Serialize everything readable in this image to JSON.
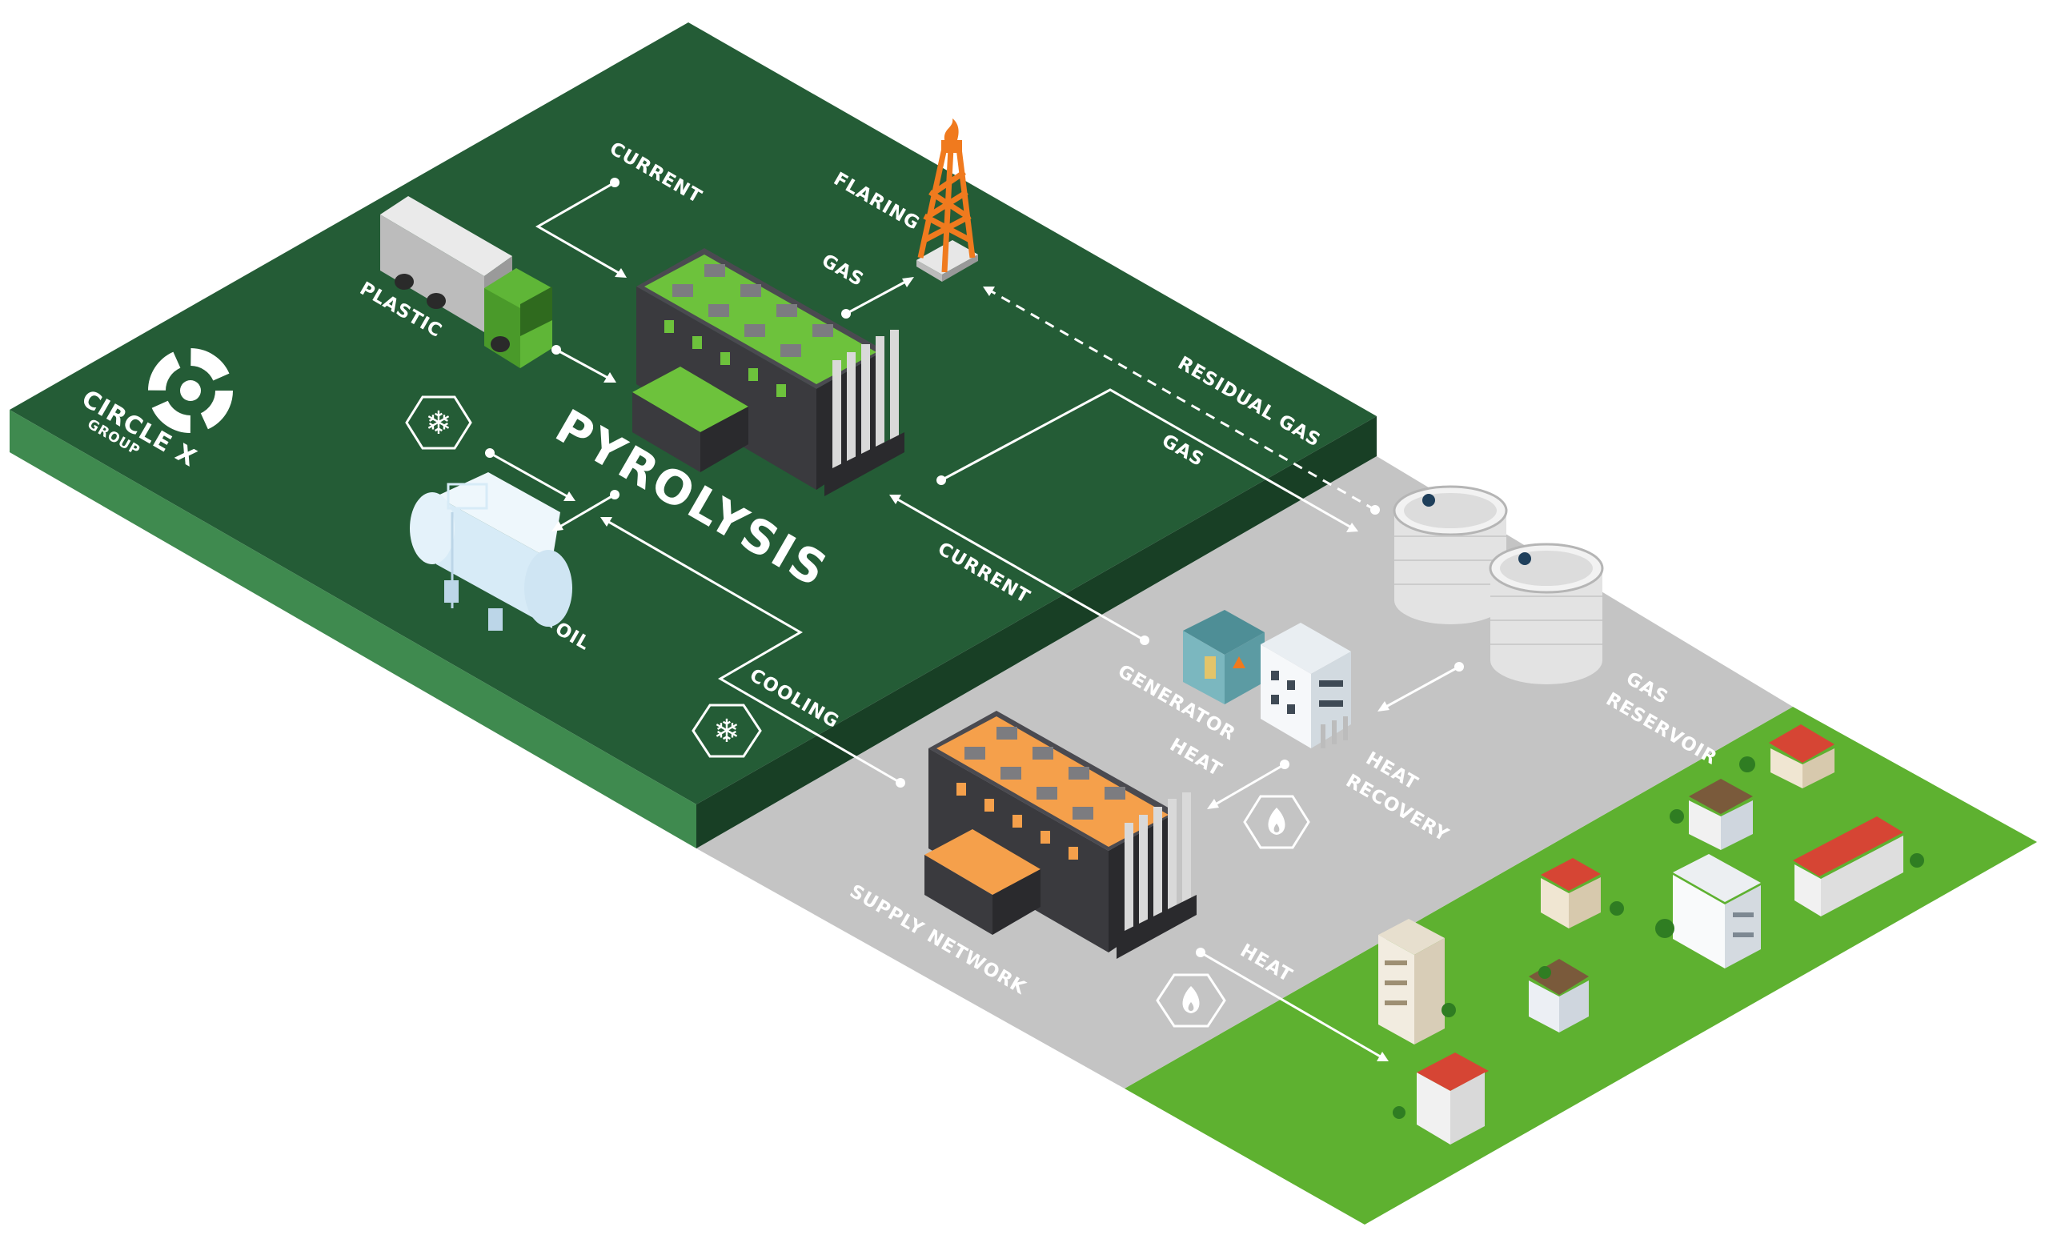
{
  "brand": {
    "name": "CIRCLE X",
    "sub": "GROUP"
  },
  "title": "PYROLYSIS",
  "labels": {
    "current_top": "CURRENT",
    "flaring": "FLARING",
    "gas_to_flare": "GAS",
    "plastic": "PLASTIC",
    "residual_gas": "RESIDUAL GAS",
    "gas_to_reservoir": "GAS",
    "current_generator": "CURRENT",
    "oil": "OIL",
    "cooling": "COOLING",
    "generator": "GENERATOR",
    "heat_from_recovery": "HEAT",
    "heat_recovery_1": "HEAT",
    "heat_recovery_2": "RECOVERY",
    "gas_reservoir_1": "GAS",
    "gas_reservoir_2": "RESERVOIR",
    "supply_network": "SUPPLY NETWORK",
    "heat_to_houses": "HEAT"
  },
  "colors": {
    "pyrolysis_zone": "#245c36",
    "pyrolysis_zone_side": "#183f25",
    "pyrolysis_zone_front": "#3f8a4f",
    "utility_zone": "#c4c4c4",
    "residential_zone": "#5eb130",
    "accent_green": "#6dc23c",
    "accent_orange": "#f5a04b",
    "flare_orange": "#f07a1e",
    "building_dark": "#3a3a3e"
  }
}
